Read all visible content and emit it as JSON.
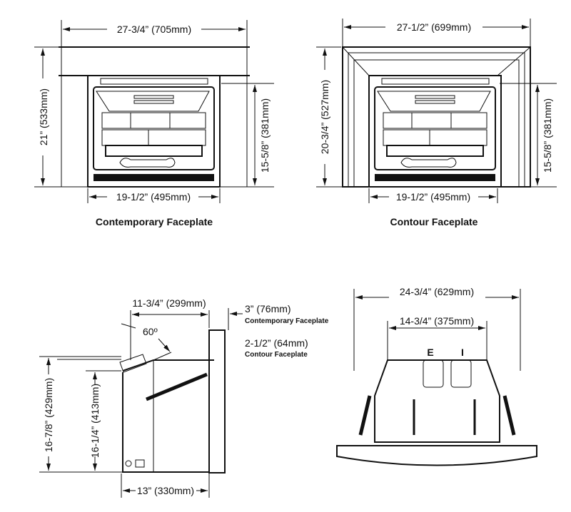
{
  "contemporary": {
    "title": "Contemporary Faceplate",
    "width": "27-3/4” (705mm)",
    "height": "21” (533mm)",
    "opening_height": "15-5/8” (381mm)",
    "opening_width": "19-1/2” (495mm)"
  },
  "contour": {
    "title": "Contour Faceplate",
    "width": "27-1/2” (699mm)",
    "height": "20-3/4” (527mm)",
    "opening_height": "15-5/8” (381mm)",
    "opening_width": "19-1/2” (495mm)"
  },
  "side_view": {
    "depth_top": "11-3/4” (299mm)",
    "angle": "60º",
    "contemporary_offset": "3” (76mm)",
    "contemporary_label": "Contemporary Faceplate",
    "contour_offset": "2-1/2” (64mm)",
    "contour_label": "Contour Faceplate",
    "total_height": "16-7/8” (429mm)",
    "body_height": "16-1/4” (413mm)",
    "depth_bottom": "13” (330mm)"
  },
  "top_view": {
    "overall_width": "24-3/4” (629mm)",
    "vent_spacing": "14-3/4” (375mm)",
    "exhaust_label": "E",
    "intake_label": "I"
  }
}
